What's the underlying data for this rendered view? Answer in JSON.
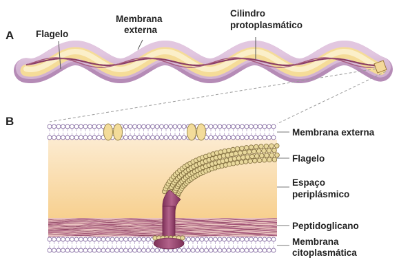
{
  "panels": {
    "a": "A",
    "b": "B"
  },
  "labels_a": {
    "flagelo": "Flagelo",
    "membrana_externa_1": "Membrana",
    "membrana_externa_2": "externa",
    "cilindro_1": "Cilindro",
    "cilindro_2": "protoplasmático"
  },
  "labels_b": {
    "membrana_externa": "Membrana externa",
    "flagelo": "Flagelo",
    "espaco_1": "Espaço",
    "espaco_2": "periplásmico",
    "peptidoglicano": "Peptidoglicano",
    "citoplasmatica_1": "Membrana",
    "citoplasmatica_2": "citoplasmática"
  },
  "colors": {
    "sheath": "#c9a2c9",
    "sheath_inner": "#b58bb6",
    "cylinder": "#f7e3a8",
    "flagellum": "#8a3d62",
    "membrane": "#a890bf",
    "periplasm_top": "#fbe8c8",
    "periplasm_bottom": "#f8d293",
    "peptidoglycan": "#8d3a5e",
    "bead": "#e6d79a",
    "bead_stroke": "#7c6a3a",
    "motor": "#9b4770"
  }
}
